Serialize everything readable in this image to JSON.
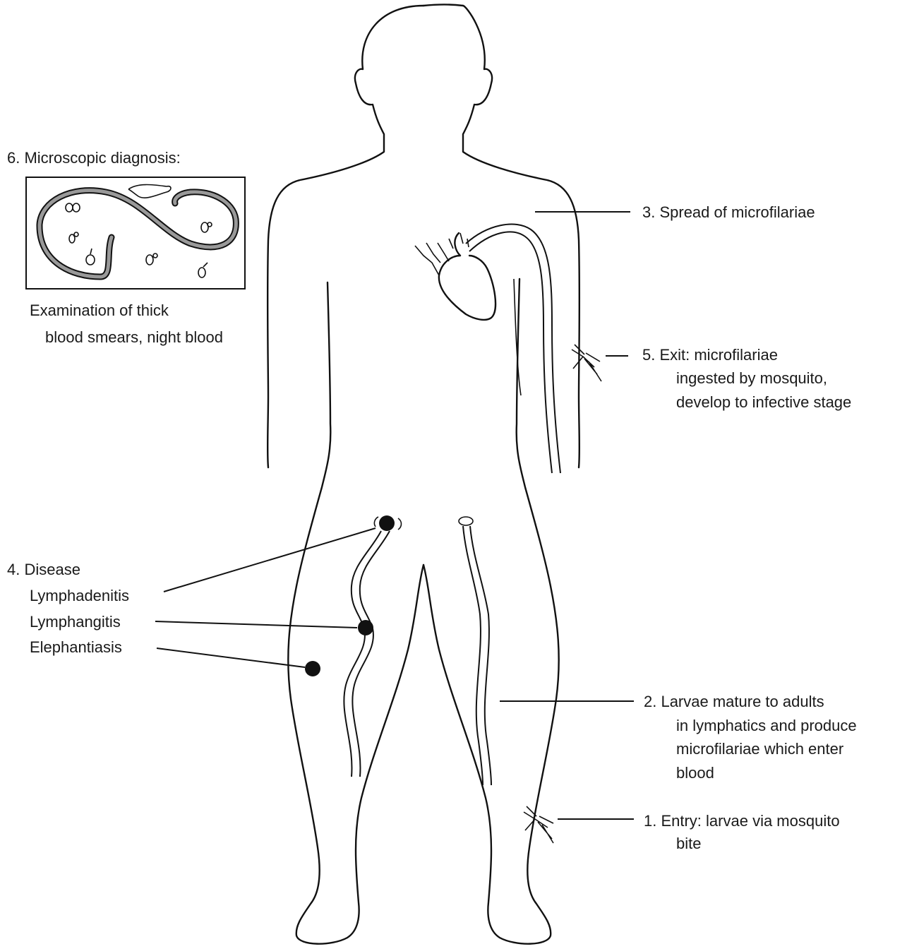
{
  "step6": {
    "title": "6. Microscopic diagnosis:",
    "caption_line1": "Examination of thick",
    "caption_line2": "blood smears, night blood"
  },
  "step3": {
    "line1": "3. Spread of microfilariae"
  },
  "step5": {
    "line1": "5. Exit: microfilariae",
    "line2": "ingested by mosquito,",
    "line3": "develop to infective stage"
  },
  "step4": {
    "title": "4. Disease",
    "item1": "Lymphadenitis",
    "item2": "Lymphangitis",
    "item3": "Elephantiasis"
  },
  "step2": {
    "line1": "2. Larvae mature to adults",
    "line2": "in lymphatics and produce",
    "line3": "microfilariae which enter",
    "line4": "blood"
  },
  "step1": {
    "line1": "1. Entry: larvae via mosquito",
    "line2": "bite"
  }
}
